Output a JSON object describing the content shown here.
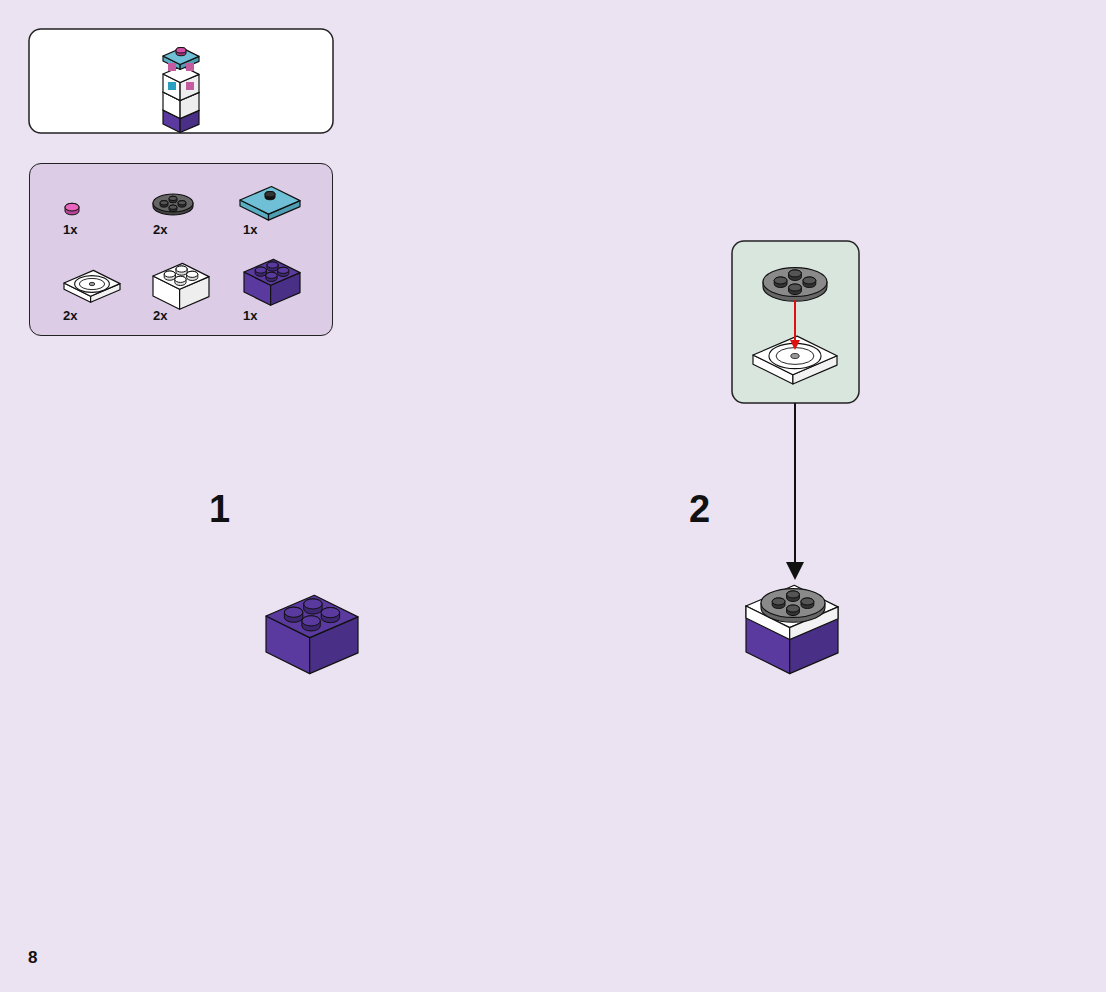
{
  "diagram": {
    "nodes": [
      {
        "text": [
          "1x",
          "2x",
          "1x",
          "2x",
          "2x",
          "1x"
        ]
      }
    ],
    "labels": [
      "1",
      "2",
      "8"
    ]
  }
}
